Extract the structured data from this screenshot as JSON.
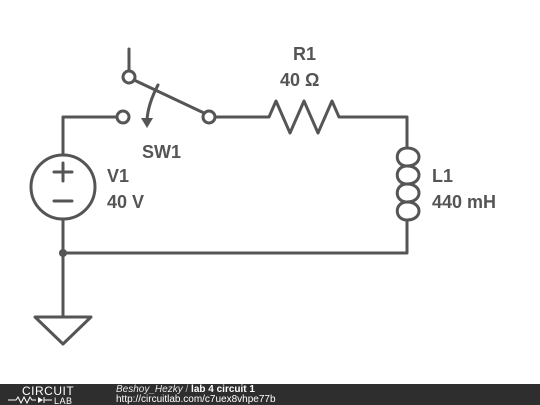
{
  "components": {
    "switch": {
      "name": "SW1"
    },
    "resistor": {
      "name": "R1",
      "value": "40 Ω"
    },
    "inductor": {
      "name": "L1",
      "value": "440 mH"
    },
    "source": {
      "name": "V1",
      "value": "40 V"
    }
  },
  "footer": {
    "logo_top": "CIRCUIT",
    "logo_bottom": "LAB",
    "author": "Beshoy_Hezky",
    "separator": "/",
    "title": "lab 4 circuit 1",
    "url": "http://circuitlab.com/c7uex8vhpe77b"
  },
  "colors": {
    "wire": "#555555",
    "footer_bg": "#2e2e2e",
    "background": "#ffffff"
  },
  "icons": [
    "switch-symbol",
    "resistor-symbol",
    "inductor-symbol",
    "voltage-source-symbol",
    "ground-symbol"
  ]
}
